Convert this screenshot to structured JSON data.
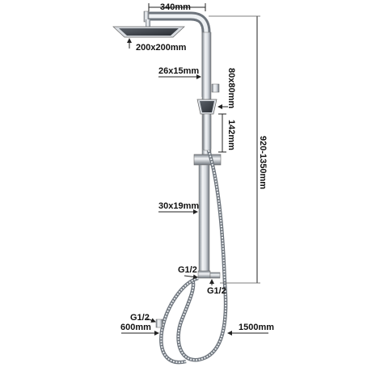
{
  "labels": {
    "top_width": "340mm",
    "head_size": "200x200mm",
    "upper_tube": "26x15mm",
    "hand_head": "80x80mm",
    "handle_len": "142mm",
    "height_range": "920-1350mm",
    "lower_tube": "30x19mm",
    "thread_top": "G1/2",
    "thread_bottom": "G1/2",
    "thread_left": "G1/2",
    "left_len": "600mm",
    "hose_len": "1500mm"
  },
  "colors": {
    "chrome_light": "#f2f4f6",
    "chrome_mid": "#c3c8ce",
    "chrome_dark": "#6e757d",
    "head_face": "#3a3f46",
    "line": "#222222"
  }
}
